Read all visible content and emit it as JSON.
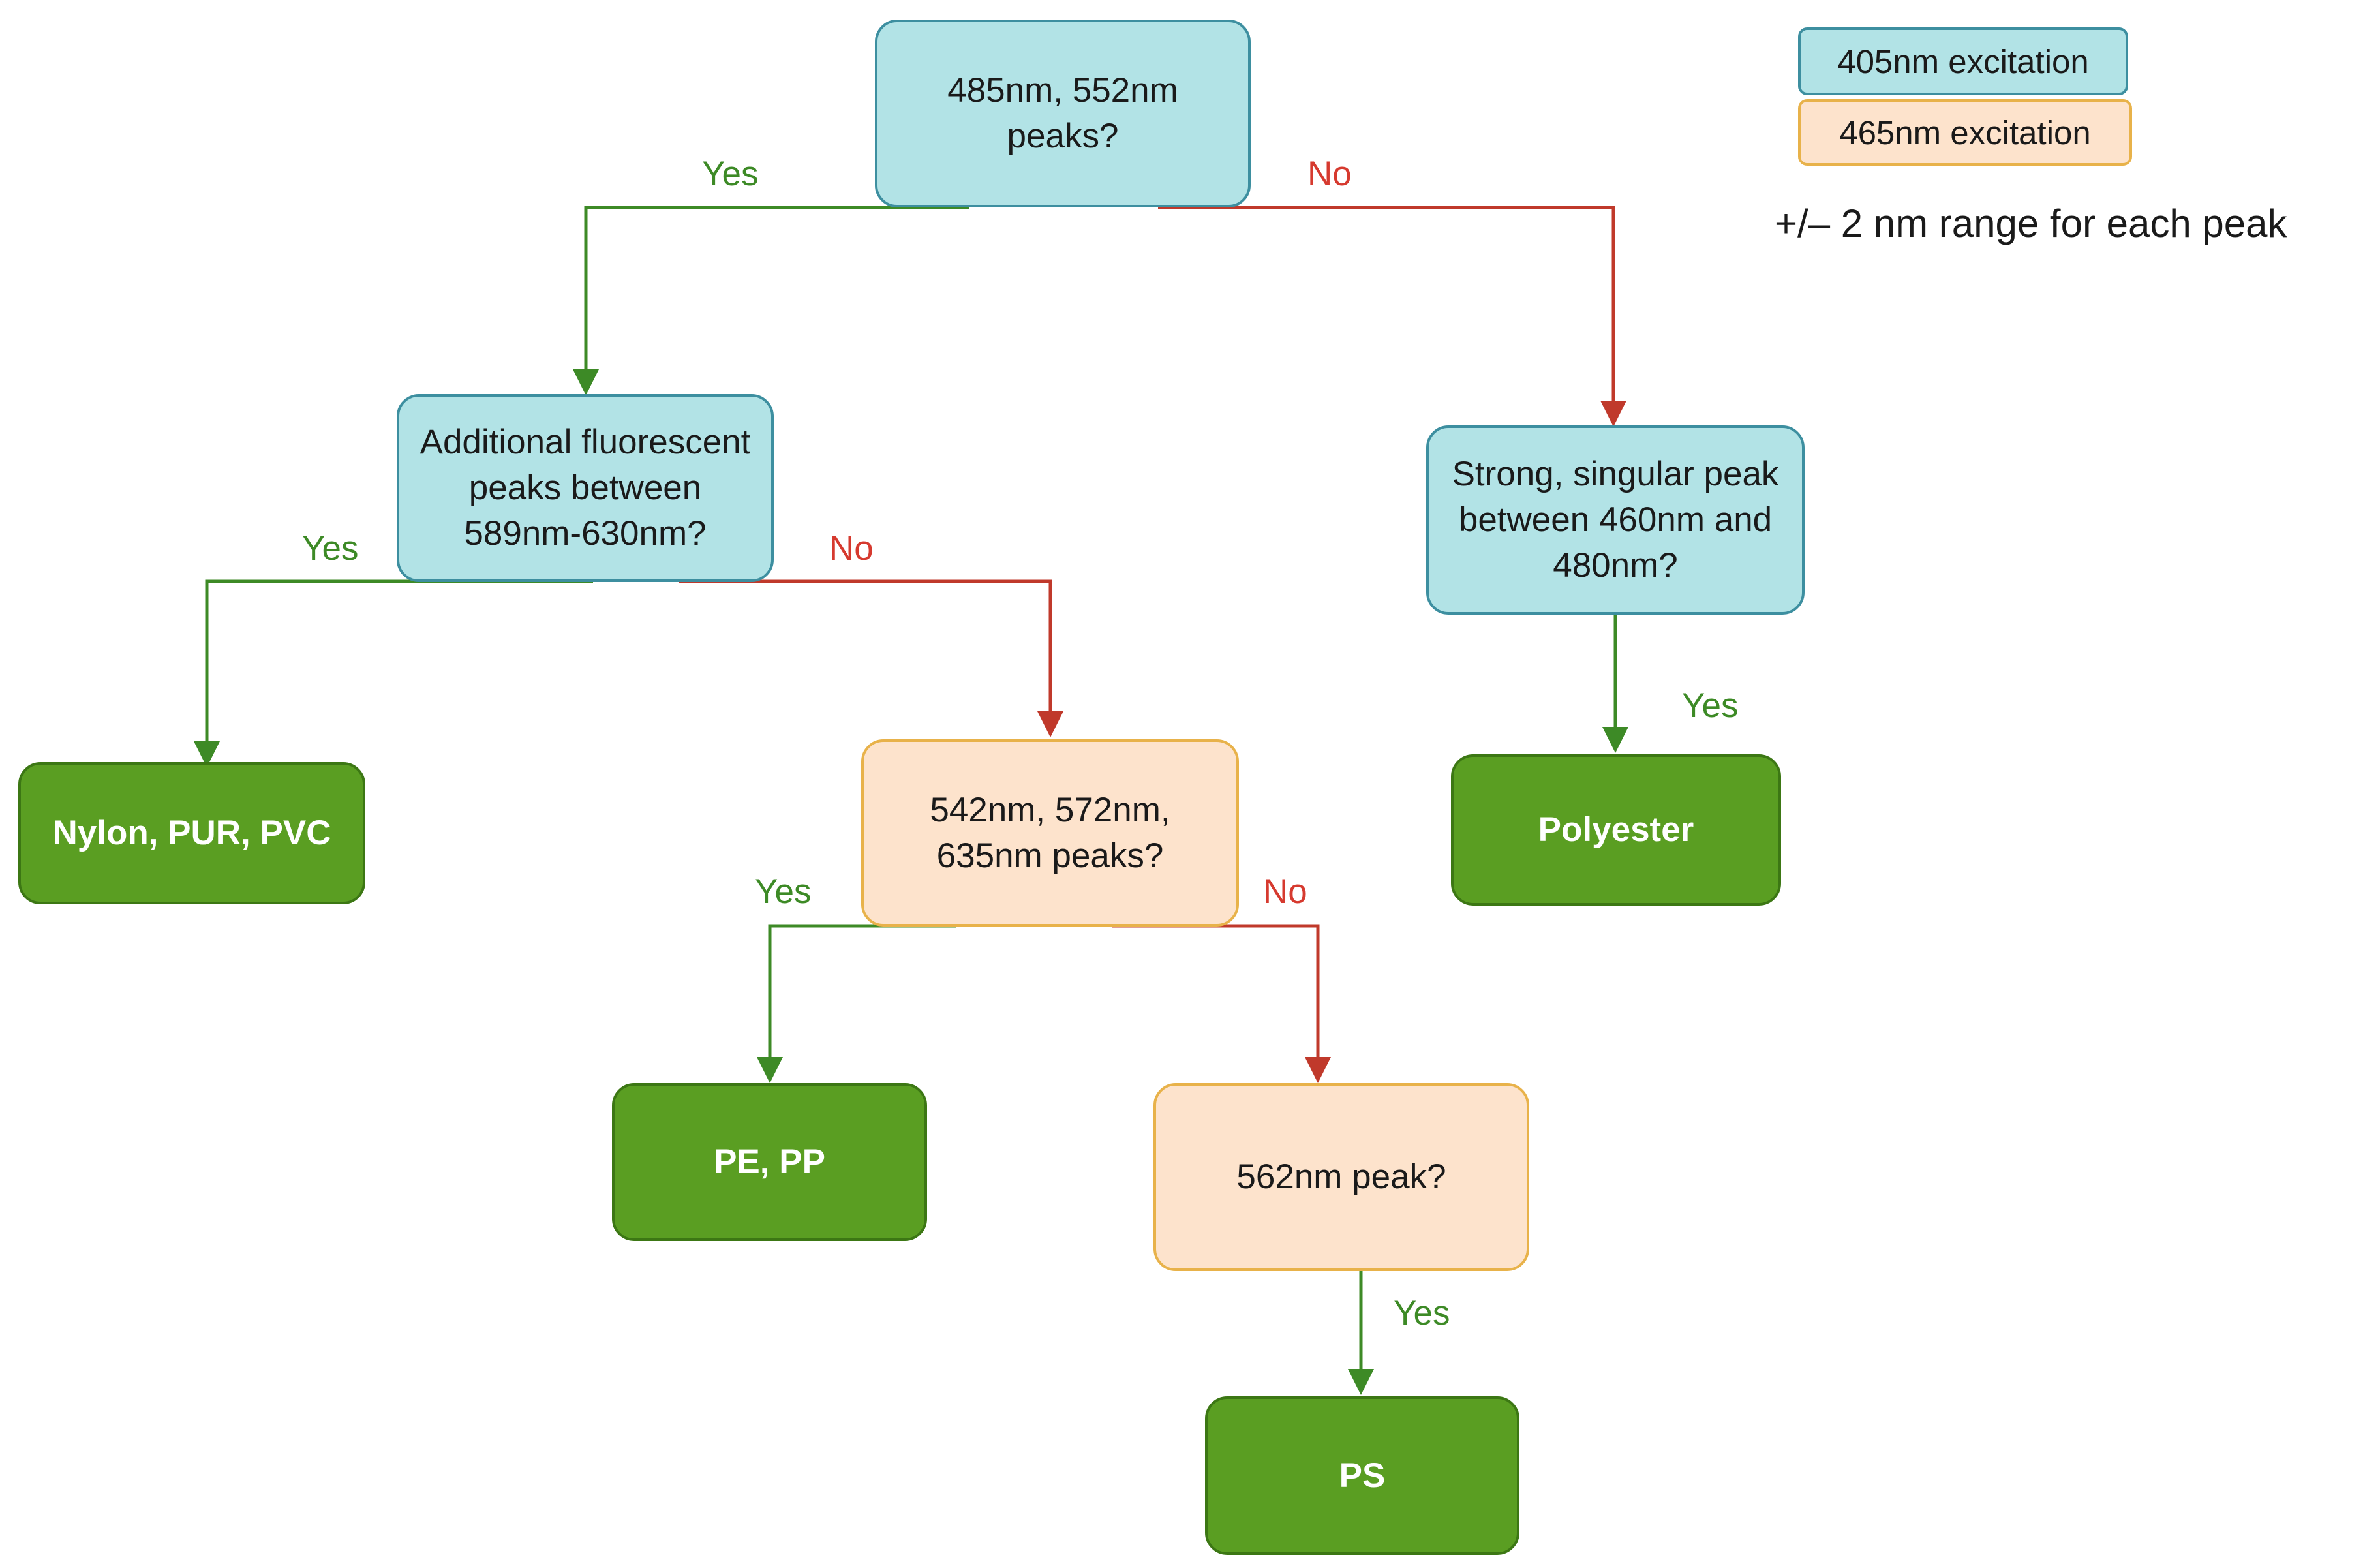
{
  "colors": {
    "excitation_405_fill": "#b2e3e6",
    "excitation_405_border": "#3d8fa0",
    "excitation_465_fill": "#fde3cc",
    "excitation_465_border": "#e8b24a",
    "result_fill": "#5a9e22",
    "yes_edge": "#3d8a26",
    "no_edge": "#c0392b"
  },
  "legend": {
    "items": [
      {
        "label": "405nm excitation",
        "color": "#b2e3e6"
      },
      {
        "label": "465nm excitation",
        "color": "#fde3cc"
      }
    ],
    "note": "+/– 2 nm range for each peak"
  },
  "nodes": {
    "q1": {
      "lines": [
        "485nm, 552nm",
        "peaks?"
      ],
      "excitation": "405nm"
    },
    "q2": {
      "lines": [
        "Additional fluorescent",
        "peaks between",
        "589nm-630nm?"
      ],
      "excitation": "405nm"
    },
    "q3": {
      "lines": [
        "Strong, singular peak",
        "between 460nm and",
        "480nm?"
      ],
      "excitation": "405nm"
    },
    "q4": {
      "lines": [
        "542nm, 572nm,",
        "635nm peaks?"
      ],
      "excitation": "465nm"
    },
    "q5": {
      "lines": [
        "562nm peak?"
      ],
      "excitation": "465nm"
    },
    "r_nylon": {
      "lines": [
        "Nylon, PUR, PVC"
      ]
    },
    "r_polyester": {
      "lines": [
        "Polyester"
      ]
    },
    "r_pepp": {
      "lines": [
        "PE, PP"
      ]
    },
    "r_ps": {
      "lines": [
        "PS"
      ]
    }
  },
  "edges": [
    {
      "id": "q1-yes",
      "from": "q1",
      "to": "q2",
      "label": "Yes"
    },
    {
      "id": "q1-no",
      "from": "q1",
      "to": "q3",
      "label": "No"
    },
    {
      "id": "q2-yes",
      "from": "q2",
      "to": "r_nylon",
      "label": "Yes"
    },
    {
      "id": "q2-no",
      "from": "q2",
      "to": "q4",
      "label": "No"
    },
    {
      "id": "q3-yes",
      "from": "q3",
      "to": "r_polyester",
      "label": "Yes"
    },
    {
      "id": "q4-yes",
      "from": "q4",
      "to": "r_pepp",
      "label": "Yes"
    },
    {
      "id": "q4-no",
      "from": "q4",
      "to": "q5",
      "label": "No"
    },
    {
      "id": "q5-yes",
      "from": "q5",
      "to": "r_ps",
      "label": "Yes"
    }
  ]
}
